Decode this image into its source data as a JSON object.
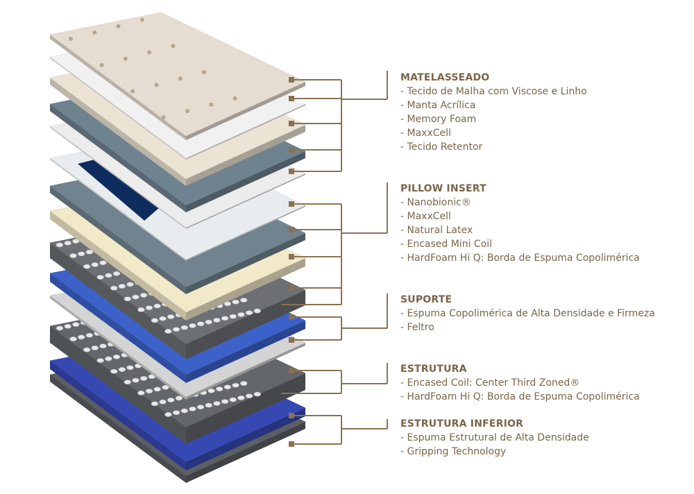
{
  "colors": {
    "accent": "#7a6548",
    "connector": "#8a7151"
  },
  "layers": [
    {
      "name": "quilted-top",
      "color": "#e6ddd2"
    },
    {
      "name": "acrylic-sheet",
      "color": "#f1f1f1"
    },
    {
      "name": "memory-foam",
      "color": "#ebe3d3"
    },
    {
      "name": "maxxcell",
      "color": "#6f828f"
    },
    {
      "name": "retention-fabric",
      "color": "#ececec"
    },
    {
      "name": "nanobionic",
      "color": "#e9ecee",
      "patch": "#0e2c5e"
    },
    {
      "name": "maxxcell-2",
      "color": "#70838f"
    },
    {
      "name": "natural-latex",
      "color": "#f2e9c9"
    },
    {
      "name": "mini-coil",
      "color": "#6c6f73"
    },
    {
      "name": "copolymer-foam",
      "color": "#3c62c9"
    },
    {
      "name": "felt",
      "color": "#d4d4d4"
    },
    {
      "name": "encased-coil",
      "color": "#63666a"
    },
    {
      "name": "structural-foam",
      "color": "#3649b3"
    },
    {
      "name": "gripping",
      "color": "#5b5e62"
    }
  ],
  "groups": [
    {
      "title": "MATELASSEADO",
      "items": [
        "- Tecido de Malha com Viscose e Linho",
        "- Manta Acrílica",
        "- Memory Foam",
        "- MaxxCell",
        "- Tecido Retentor"
      ]
    },
    {
      "title": "PILLOW INSERT",
      "items": [
        "- Nanobionic®",
        "- MaxxCell",
        "- Natural Latex",
        "- Encased Mini Coil",
        "- HardFoam Hi Q: Borda de Espuma Copolimérica"
      ]
    },
    {
      "title": "SUPORTE",
      "items": [
        "- Espuma Copolimérica de Alta Densidade e Firmeza",
        "- Feltro"
      ]
    },
    {
      "title": "ESTRUTURA",
      "items": [
        "- Encased Coil: Center Third Zoned®",
        "- HardFoam Hi Q: Borda de Espuma Copolimérica"
      ]
    },
    {
      "title": "ESTRUTURA INFERIOR",
      "items": [
        "- Espuma Estrutural de Alta Densidade",
        "- Gripping Technology"
      ]
    }
  ]
}
